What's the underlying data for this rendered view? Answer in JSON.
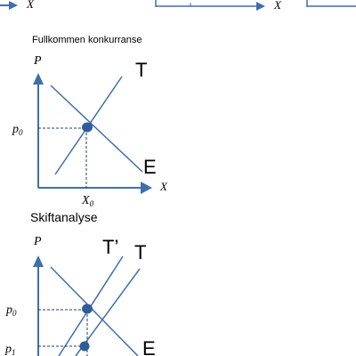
{
  "colors": {
    "axis": "#3f6fab",
    "line": "#3f6fab",
    "dashed": "#1f3f6a",
    "point": "#2f5d9a",
    "text": "#000000"
  },
  "top_strip": {
    "x_label_left": "X",
    "x_label_right": "X"
  },
  "panel1": {
    "title": "Fullkommen konkurranse",
    "y_axis_label": "P",
    "x_axis_label": "X",
    "supply_label": "T",
    "demand_label": "E",
    "price_label": "p",
    "price_sub": "0",
    "quantity_label": "X",
    "quantity_sub": "0"
  },
  "panel2": {
    "title": "Skiftanalyse",
    "y_axis_label": "P",
    "supply_label_shifted": "T’",
    "supply_label": "T",
    "demand_label": "E",
    "price0_label": "p",
    "price0_sub": "0",
    "price1_label": "p",
    "price1_sub": "1"
  }
}
